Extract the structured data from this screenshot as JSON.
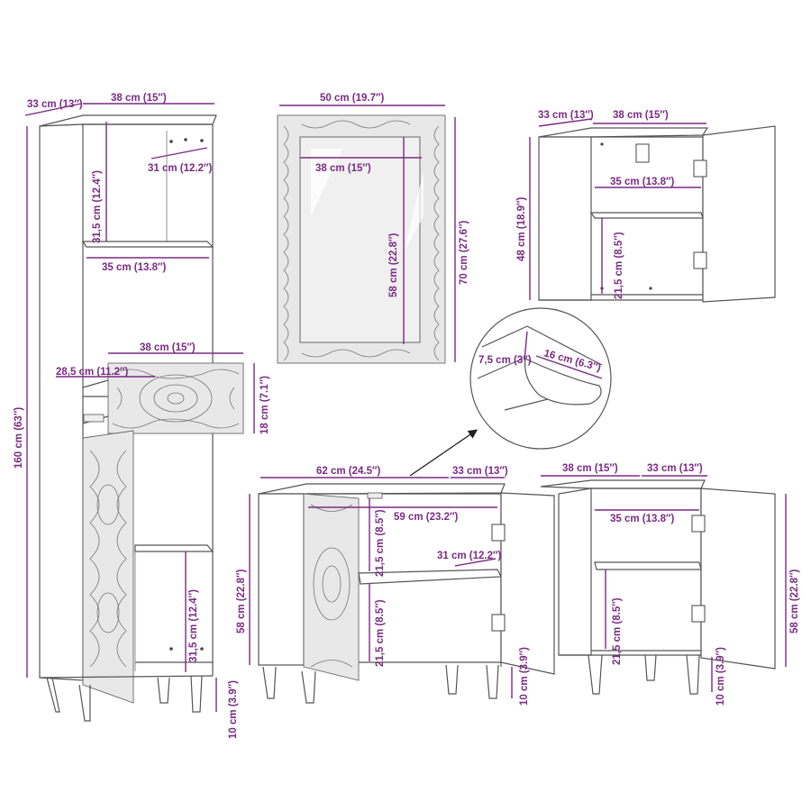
{
  "colors": {
    "dimension": "#7a2a83",
    "outline": "#555555",
    "background": "#ffffff"
  },
  "tall_cabinet": {
    "depth": "33 cm (13″)",
    "width": "38 cm (15″)",
    "inner_depth": "31 cm (12.2″)",
    "top_shelf_height": "31,5 cm (12.4″)",
    "shelf_width": "35 cm (13.8″)",
    "drawer_width": "38 cm (15″)",
    "drawer_depth": "28,5 cm (11.2″)",
    "drawer_height": "18 cm (7.1″)",
    "total_height": "160 cm (63″)",
    "lower_shelf_height": "31,5 cm (12.4″)",
    "leg_height": "10 cm (3.9″)"
  },
  "mirror": {
    "width": "50 cm (19.7″)",
    "inner_width": "38 cm (15″)",
    "inner_height": "58 cm (22.8″)",
    "height": "70 cm (27.6″)"
  },
  "wall_cabinet": {
    "depth": "33 cm (13″)",
    "width": "38 cm (15″)",
    "shelf_width": "35 cm (13.8″)",
    "height": "48 cm (18.9″)",
    "shelf_height": "21,5 cm (8.5″)"
  },
  "detail": {
    "depth": "7,5 cm (3″)",
    "length": "16 cm (6.3″)"
  },
  "sink_cabinet": {
    "width": "62 cm (24.5″)",
    "depth": "33 cm (13″)",
    "inner_width": "59 cm (23.2″)",
    "top_height": "21,5 cm (8.5″)",
    "inner_depth": "31 cm (12.2″)",
    "height": "58 cm (22.8″)",
    "lower_height": "21,5 cm (8.5″)",
    "leg_height": "10 cm (3.9″)"
  },
  "side_cabinet": {
    "width": "38 cm (15″)",
    "depth": "33 cm (13″)",
    "shelf_width": "35 cm (13.8″)",
    "shelf_height": "21,5 cm (8.5″)",
    "height": "58 cm (22.8″)",
    "leg_height": "10 cm (3.9″)"
  }
}
